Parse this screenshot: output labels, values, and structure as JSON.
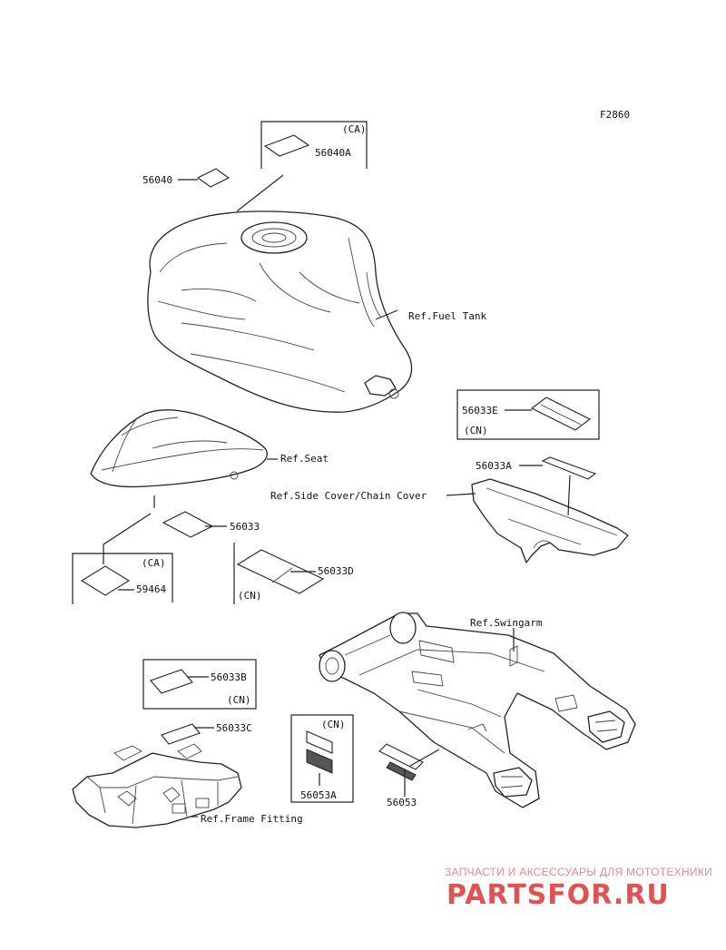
{
  "figure_code": "F2860",
  "callouts": {
    "p56040A": "56040A",
    "ca_top": "(CA)",
    "p56040": "56040",
    "fuel_tank": "Ref.Fuel Tank",
    "p56033E": "56033E",
    "cn_e": "(CN)",
    "seat": "Ref.Seat",
    "p56033A": "56033A",
    "side_cover": "Ref.Side Cover/Chain Cover",
    "p56033": "56033",
    "ca_mid": "(CA)",
    "p59464": "59464",
    "p56033D": "56033D",
    "cn_d": "(CN)",
    "swingarm": "Ref.Swingarm",
    "p56033B": "56033B",
    "cn_b": "(CN)",
    "p56033C": "56033C",
    "cn_a": "(CN)",
    "p56053A": "56053A",
    "p56053": "56053",
    "frame_fitting": "Ref.Frame Fitting"
  },
  "watermark": {
    "tagline": "ЗАПЧАСТИ И АКСЕССУАРЫ ДЛЯ МОТОТЕХНИКИ",
    "logo": "PARTSFOR.RU"
  },
  "colors": {
    "line": "#222222",
    "background": "#ffffff",
    "watermark": "#e25252"
  }
}
